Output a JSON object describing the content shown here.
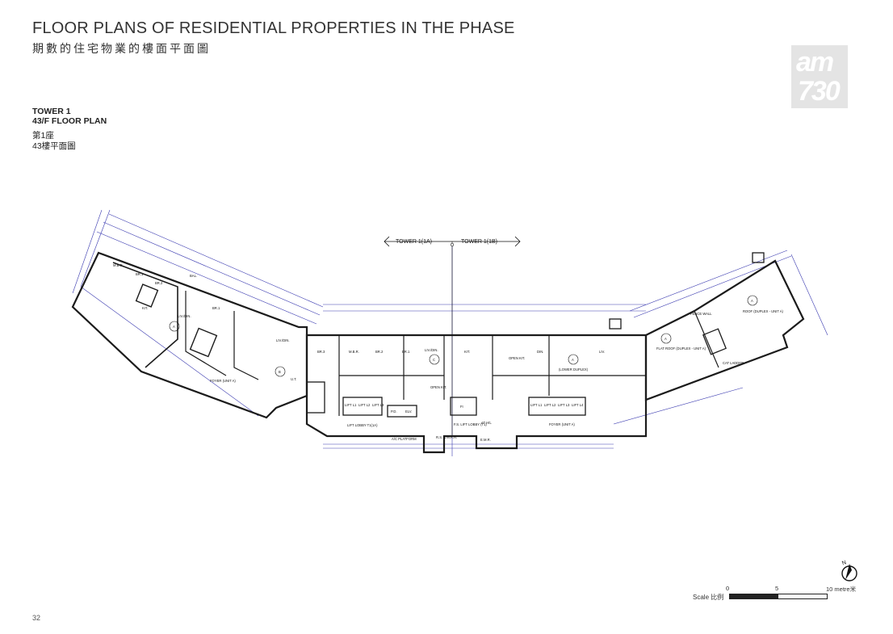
{
  "header": {
    "title_en": "FLOOR PLANS OF RESIDENTIAL PROPERTIES IN THE PHASE",
    "title_zh": "期數的住宅物業的樓面平面圖"
  },
  "plan_info": {
    "tower_en": "TOWER 1",
    "floor_en": "43/F FLOOR PLAN",
    "tower_zh": "第1座",
    "floor_zh": "43樓平面圖"
  },
  "watermark": {
    "line1": "am",
    "line2": "730"
  },
  "plan": {
    "tower_left": "TOWER 1(1A)",
    "tower_right": "TOWER 1(1B)",
    "unit_markers": [
      "A",
      "B",
      "C",
      "A",
      "A",
      "A"
    ],
    "rooms": {
      "mbr_left": "M.B.R.",
      "br1_left": "BR.1",
      "br2_left": "BR.2",
      "bal_left": "BAL.",
      "br1_b": "BR.1",
      "liv_a": "LIV./DIN.",
      "liv_b": "LIV./DIN.",
      "foyer_a": "FOYER (UNIT A)",
      "kit_left": "KIT.",
      "ut_left": "U.T.",
      "br3_c": "BR.3",
      "mbr_c": "M.B.R.",
      "br2_c": "BR.2",
      "br1_c": "BR.1",
      "liv_c": "LIV./DIN.",
      "open_kit_c": "OPEN KIT.",
      "lift_lobby_1a": "LIFT LOBBY T1(1A)",
      "ac_platform": "A/C PLATFORM",
      "fs_lift": "F.S. LIFT LOBBY (T1)",
      "emr": "E.M.R.",
      "rsmrr": "R.S. & M.R.R.",
      "kit_r": "KIT.",
      "open_kit_r": "OPEN KIT.",
      "din_r": "DIN.",
      "lower_duplex": "(LOWER DUPLEX)",
      "liv_r": "LIV.",
      "foyer_r": "FOYER (UNIT A)",
      "flat_roof": "FLAT ROOF (DUPLEX - UNIT A)",
      "roof": "ROOF (DUPLEX - UNIT A)",
      "fence_wall": "FENCE WALL",
      "cat_ladder": "CAT LADDER",
      "pd": "P.D.",
      "elv": "ELV.",
      "fi": "FI",
      "ahu": "AT H/L"
    },
    "lift_labels": [
      "LIFT L1",
      "LIFT L2",
      "LIFT L3",
      "LIFT L1",
      "LIFT L2",
      "LIFT L3",
      "LIFT L4"
    ]
  },
  "scale": {
    "label": "Scale 比例",
    "ticks": [
      "0",
      "5",
      "10 metre米"
    ]
  },
  "page_number": "32"
}
